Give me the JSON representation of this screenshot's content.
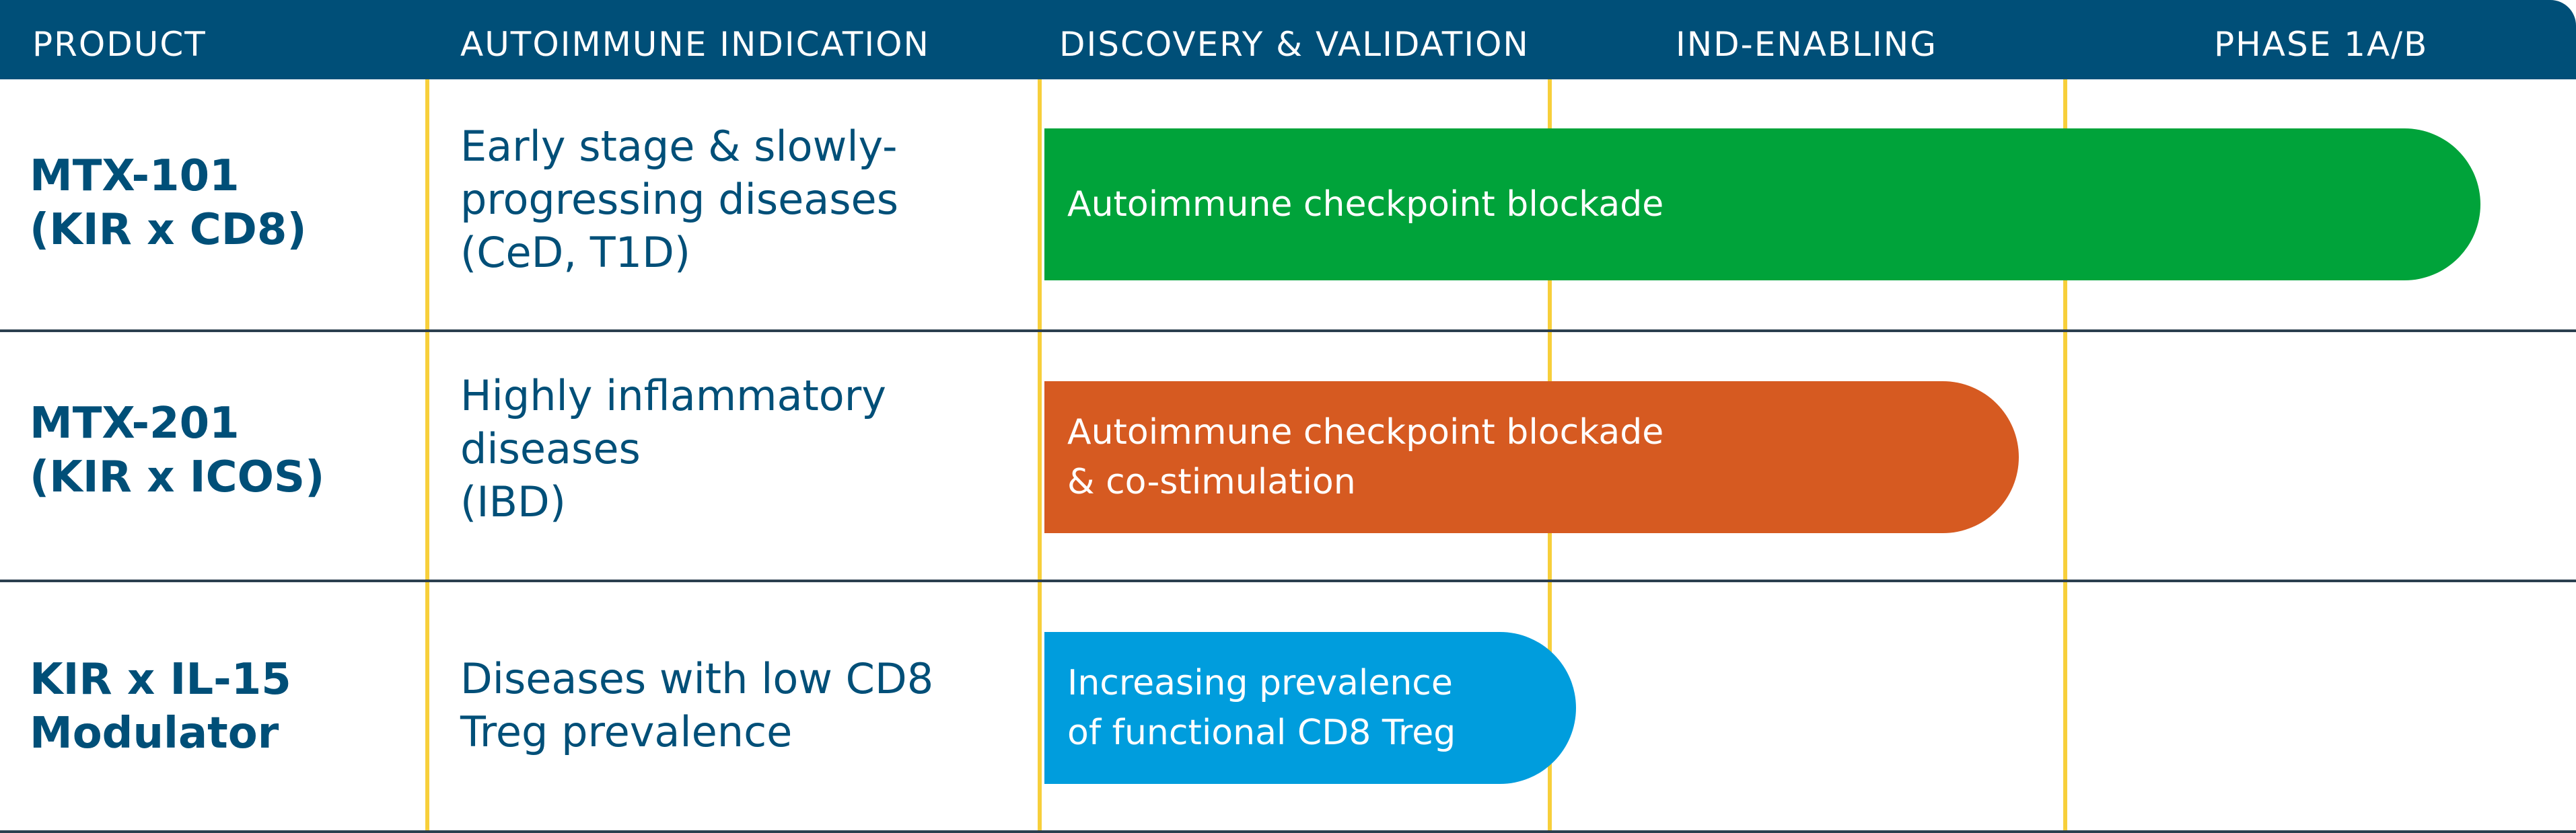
{
  "header": {
    "columns": [
      "PRODUCT",
      "AUTOIMMUNE INDICATION",
      "DISCOVERY & VALIDATION",
      "IND-ENABLING",
      "PHASE 1A/B"
    ]
  },
  "colors": {
    "header_bg": "#004f78",
    "divider_yellow": "#f7cf3b",
    "text_navy": "#004f78",
    "bar_green": "#00a33a",
    "bar_orange": "#d65a21",
    "bar_blue": "#009ddd"
  },
  "rows": [
    {
      "product": [
        "MTX-101",
        "(KIR x CD8)"
      ],
      "indication": [
        "Early stage & slowly-",
        "progressing diseases",
        "(CeD, T1D)"
      ],
      "bar": {
        "lines": [
          "Autoimmune checkpoint blockade"
        ],
        "color": "#00a33a",
        "stage_reached": "PHASE 1A/B"
      }
    },
    {
      "product": [
        "MTX-201",
        "(KIR x ICOS)"
      ],
      "indication": [
        "Highly inflammatory",
        "diseases",
        "(IBD)"
      ],
      "bar": {
        "lines": [
          "Autoimmune checkpoint blockade",
          "& co-stimulation"
        ],
        "color": "#d65a21",
        "stage_reached": "IND-ENABLING"
      }
    },
    {
      "product": [
        "KIR x IL-15",
        "Modulator"
      ],
      "indication": [
        "Diseases with low CD8",
        "Treg prevalence"
      ],
      "bar": {
        "lines": [
          "Increasing prevalence",
          "of functional CD8 Treg"
        ],
        "color": "#009ddd",
        "stage_reached": "DISCOVERY & VALIDATION"
      }
    }
  ]
}
